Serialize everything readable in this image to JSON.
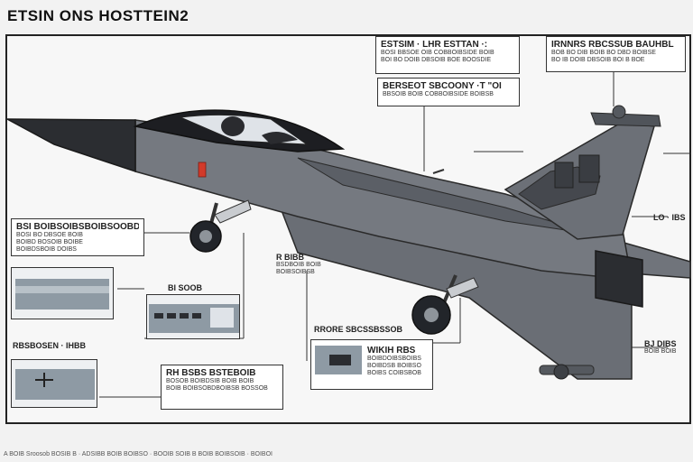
{
  "title": "ETSIN ONS HOSTTEIN2",
  "callouts": {
    "top_center": {
      "heading": "ESTSIM · LHR ESTTAN ·:",
      "lines": [
        "BOSI BBSOE OIB COBBOIBSIDE BOIB",
        "BOI BO DOIB DBSOIB BOE BOOSDIE"
      ]
    },
    "top_right": {
      "heading": "IRNNRS RBCSSUB BAUHBL",
      "lines": [
        "BOB BO DIB BOIB BO DBD BOIBSE",
        "BO IB DOIB DBSOIB BOI B BOE"
      ]
    },
    "center": {
      "heading": "BERSEOT SBCOONY ·T \"OI",
      "lines": [
        "BBSOIB BOIB COBBOIBSIDE BOIBSB"
      ]
    },
    "left_top": {
      "heading": "BSI BOIBSOIBSBOIBSOOBD",
      "lines": [
        "BOSI BO DBSOE BOIB",
        "BOIBD BOSOIB BOIBE",
        "BOIBDSBOIB DOIBS"
      ]
    },
    "left_mid": {
      "heading": "BI SOOB"
    },
    "left_bottom": {
      "heading": "RBSBOSEN · IHBB"
    },
    "bottom_center": {
      "heading": "RH BSBS BSTEBOIB",
      "lines": [
        "BOSOB BOIBDSIB BOIB BOIB",
        "BOIB BOIBSOBDBOIBSB BOSSOB"
      ]
    },
    "engine_box": {
      "heading": "RRORE SBCSSBSSOB",
      "sub": "WIKIH RBS",
      "lines": [
        "BOIBDOIBSBOIBS",
        "BOIBDSB BOIBSO",
        "BOIBS COIBSBOB"
      ]
    },
    "mid_label": {
      "heading": "R BIBB",
      "lines": [
        "BSDBOIB BOIB",
        "BOIBSOIBSB"
      ]
    },
    "right_upper": {
      "heading": "LO · IBS"
    },
    "right_lower": {
      "heading": "BJ DIBS",
      "lines": [
        "BOIB BOIB"
      ]
    }
  },
  "footer": "A BOIB Sroosob BOSIB B · ADSIBB BOIB BOIBSO · BOOIB SOIB B BOIB BOIBSOIB · BOIBOI",
  "colors": {
    "fuselage": "#6f737a",
    "fuselage_dark": "#4e5258",
    "nose": "#2b2d31",
    "canopy": "#1d1e22",
    "accent_red": "#d23a2a",
    "thumb_fill": "#8e9aa4",
    "line": "#333333"
  }
}
